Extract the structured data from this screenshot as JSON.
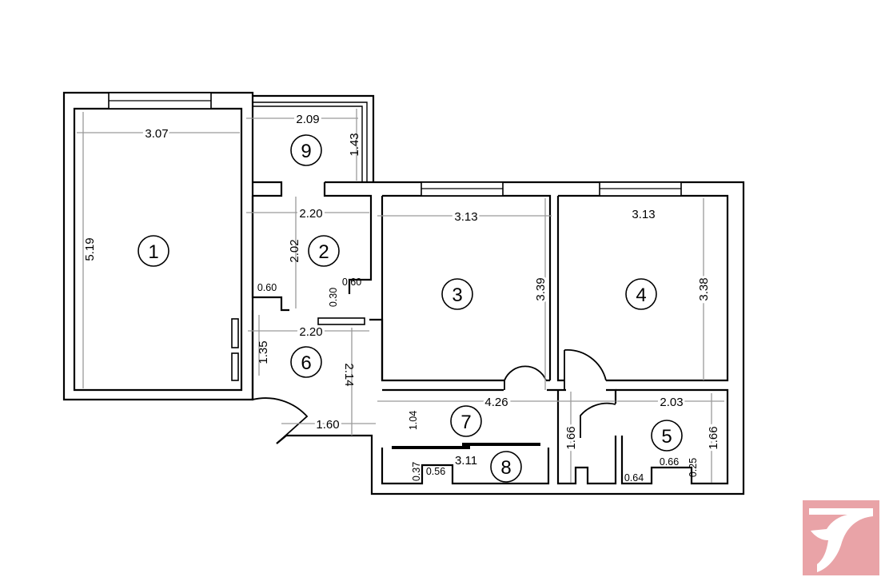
{
  "rooms": [
    {
      "id": "1"
    },
    {
      "id": "2"
    },
    {
      "id": "3"
    },
    {
      "id": "4"
    },
    {
      "id": "5"
    },
    {
      "id": "6"
    },
    {
      "id": "7"
    },
    {
      "id": "8"
    },
    {
      "id": "9"
    }
  ],
  "dimensions": {
    "r1_width": "3.07",
    "r1_height": "5.19",
    "r9_width": "2.09",
    "r9_height": "1.43",
    "r2_width": "2.20",
    "r2_height": "2.02",
    "r2_niche_left": "0.60",
    "r2_niche_right": "0.60",
    "r2_step": "0.30",
    "r6_width": "2.20",
    "r6_height": "1.35",
    "r6_depth": "2.14",
    "entry_width": "1.60",
    "r3_width": "3.13",
    "r3_height": "3.39",
    "r4_width": "3.13",
    "r4_height": "3.38",
    "r7_width": "4.26",
    "r7_height": "1.04",
    "r8_width": "3.11",
    "r8_a": "0.37",
    "r8_b": "0.56",
    "r7_right": "1.66",
    "r5_width": "2.03",
    "r5_height": "1.66",
    "r5_a": "0.66",
    "r5_b": "0.25",
    "r5_c": "0.64"
  },
  "colors": {
    "walls": "#000000",
    "dimension_lines": "#9a9a9a",
    "logo": "#e9a3a7"
  },
  "logo": {
    "name": "bird-logo-icon"
  }
}
